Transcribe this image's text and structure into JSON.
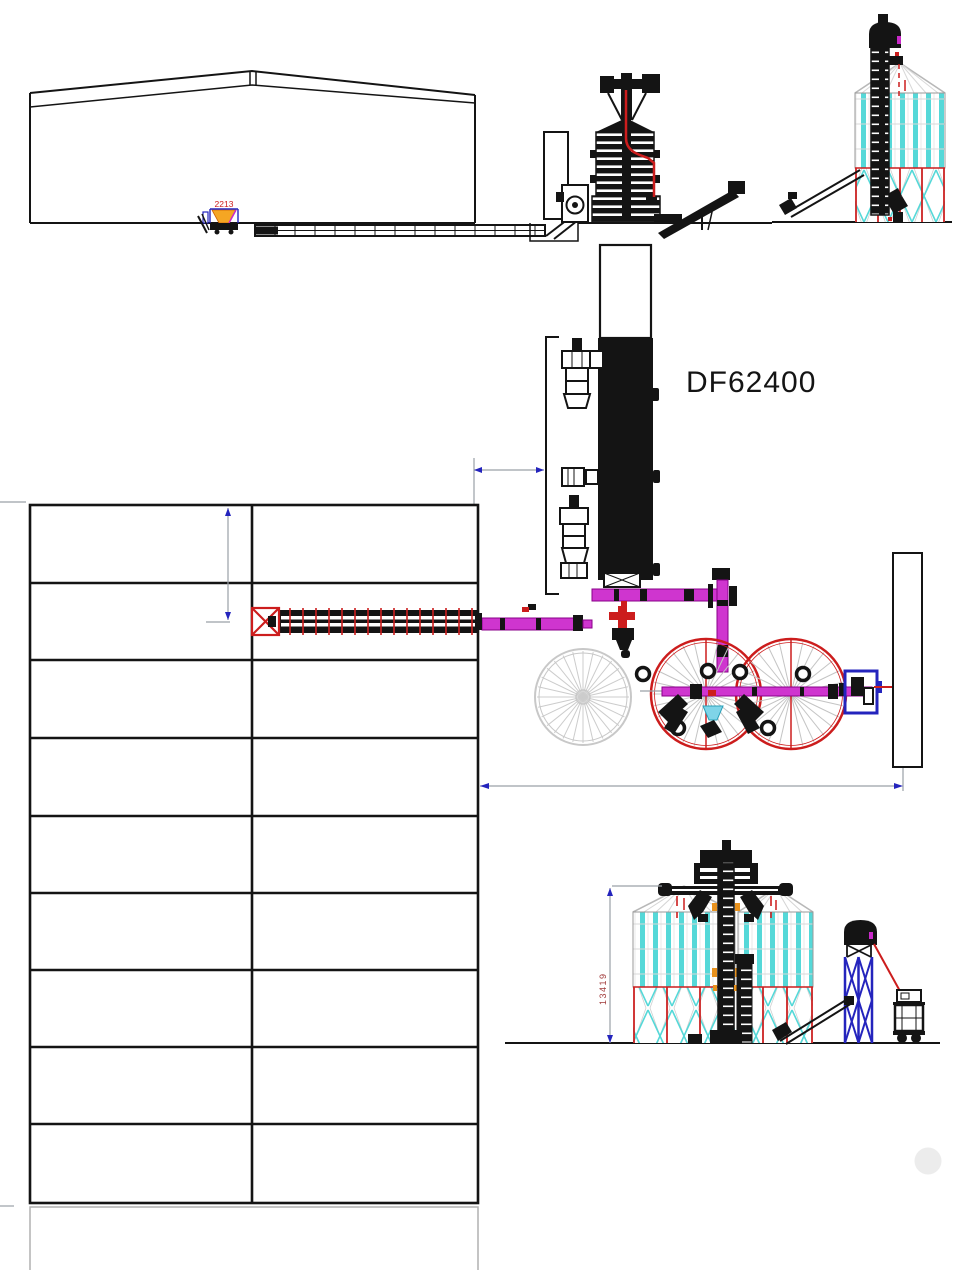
{
  "drawing": {
    "model_label": "DF62400",
    "dimensions": {
      "intake_hopper_width": "2213",
      "silo_total_height": "13419"
    },
    "colors": {
      "line_black": "#141414",
      "accent_red": "#cc1d1d",
      "conveyor_magenta": "#cf35cf",
      "silo_cyan": "#55d8d8",
      "dimension_blue": "#2424bd",
      "dimension_gray": "#9aa0a6",
      "ghost_gray": "#c8c8c8",
      "dim_text_red": "#a03a3a",
      "hopper_orange": "#f5a623"
    }
  }
}
